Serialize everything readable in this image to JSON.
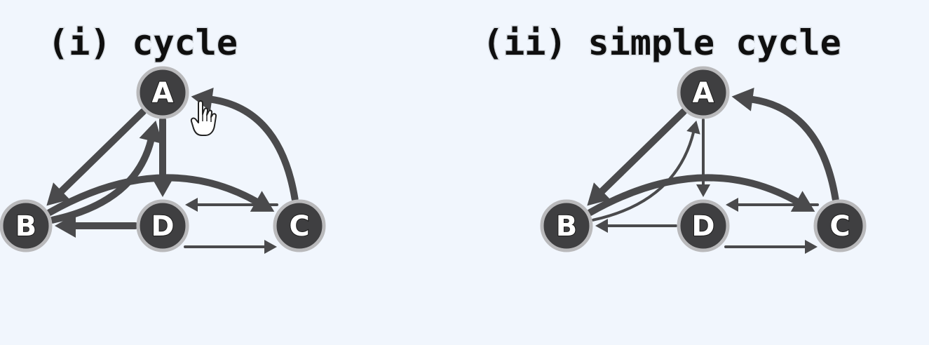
{
  "panels": [
    {
      "id": "cycle",
      "title": "(i) cycle",
      "nodes": [
        {
          "id": "A",
          "label": "A"
        },
        {
          "id": "B",
          "label": "B"
        },
        {
          "id": "D",
          "label": "D"
        },
        {
          "id": "C",
          "label": "C"
        }
      ],
      "edges": [
        {
          "from": "B",
          "to": "A",
          "highlighted": true
        },
        {
          "from": "A",
          "to": "B",
          "highlighted": true
        },
        {
          "from": "A",
          "to": "D",
          "highlighted": true
        },
        {
          "from": "D",
          "to": "B",
          "highlighted": true
        },
        {
          "from": "C",
          "to": "D",
          "highlighted": false
        },
        {
          "from": "D",
          "to": "C",
          "highlighted": false
        },
        {
          "from": "B",
          "to": "C",
          "highlighted": true
        },
        {
          "from": "C",
          "to": "A",
          "highlighted": true
        }
      ]
    },
    {
      "id": "simple-cycle",
      "title": "(ii) simple cycle",
      "nodes": [
        {
          "id": "A",
          "label": "A"
        },
        {
          "id": "B",
          "label": "B"
        },
        {
          "id": "D",
          "label": "D"
        },
        {
          "id": "C",
          "label": "C"
        }
      ],
      "edges": [
        {
          "from": "B",
          "to": "A",
          "highlighted": false
        },
        {
          "from": "A",
          "to": "B",
          "highlighted": true
        },
        {
          "from": "A",
          "to": "D",
          "highlighted": false
        },
        {
          "from": "D",
          "to": "B",
          "highlighted": false
        },
        {
          "from": "C",
          "to": "D",
          "highlighted": false
        },
        {
          "from": "D",
          "to": "C",
          "highlighted": false
        },
        {
          "from": "B",
          "to": "C",
          "highlighted": true
        },
        {
          "from": "C",
          "to": "A",
          "highlighted": true
        }
      ]
    }
  ],
  "colors": {
    "background": "#f1f6fd",
    "edge": "#4a4a4c",
    "node_fill": "#3f3f41",
    "node_ring": "#b9b9bb",
    "node_text": "#ffffff"
  },
  "cursor": {
    "icon": "hand-pointer-icon"
  }
}
